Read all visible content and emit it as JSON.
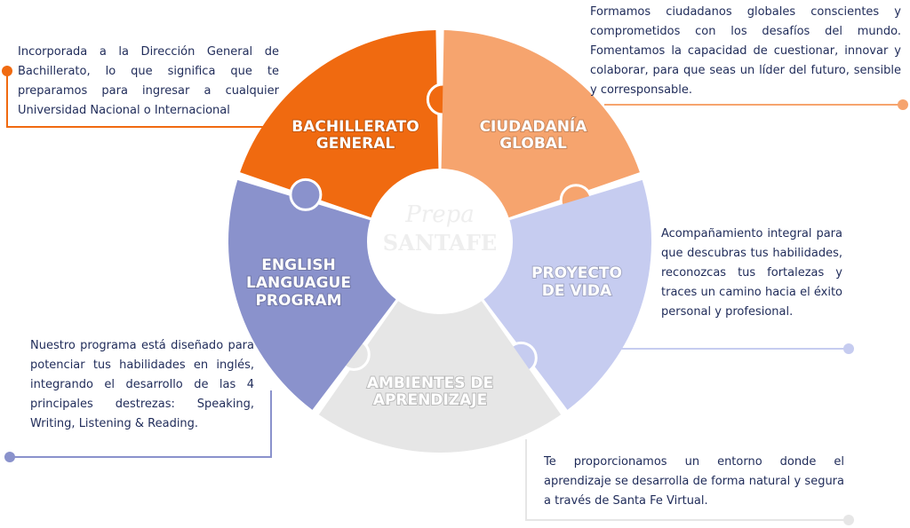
{
  "colors": {
    "bachillerato": "#f06a10",
    "ciudadania": "#f6a46e",
    "proyecto": "#c6ccf0",
    "ambientes": "#e6e6e6",
    "english": "#8a92cc",
    "text": "#1f2b59"
  },
  "watermark": {
    "line1": "Prepa",
    "line2": "SANTAFE"
  },
  "segments": {
    "bachillerato": {
      "line1": "BACHILLERATO",
      "line2": "GENERAL"
    },
    "ciudadania": {
      "line1": "CIUDADANÍA",
      "line2": "GLOBAL"
    },
    "proyecto": {
      "line1": "PROYECTO",
      "line2": "DE VIDA"
    },
    "ambientes": {
      "line1": "AMBIENTES DE",
      "line2": "APRENDIZAJE"
    },
    "english": {
      "line1": "ENGLISH",
      "line2": "LANGUAGUE",
      "line3": "PROGRAM"
    }
  },
  "descriptions": {
    "bachillerato": "Incorporada a la Dirección General de Bachillerato, lo que significa que te preparamos para ingresar a cualquier Universidad Nacional o Internacional",
    "ciudadania": "Formamos ciudadanos globales conscientes y comprometidos con los desafíos del mundo. Fomentamos la capacidad de cuestionar, innovar y colaborar, para que seas un líder del futuro, sensible y corresponsable.",
    "proyecto": "Acompañamiento integral para que descubras tus habilidades, reconozcas tus fortalezas y traces un camino hacia el éxito personal y profesional.",
    "english": "Nuestro programa está diseñado para potenciar tus habilidades en inglés, integrando el desarrollo de las 4 principales destrezas: Speaking, Writing, Listening & Reading.",
    "ambientes": "Te proporcionamos un entorno donde el aprendizaje se desarrolla de forma natural y segura a través de Santa Fe Virtual."
  }
}
